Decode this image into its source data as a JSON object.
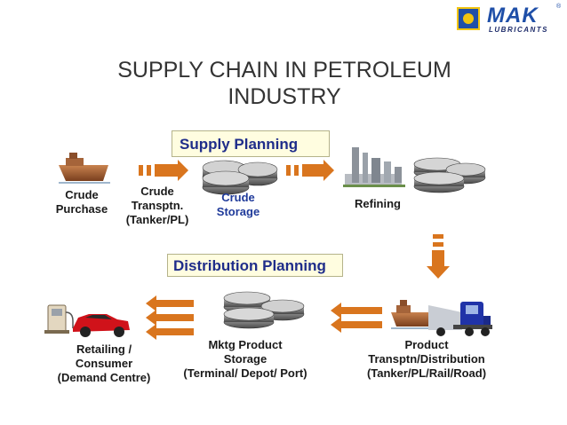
{
  "logo": {
    "brand": "MAK",
    "sub": "LUBRICANTS",
    "reg": "®"
  },
  "title": {
    "line1": "SUPPLY CHAIN IN PETROLEUM",
    "line2": "INDUSTRY"
  },
  "planning": {
    "supply": "Supply Planning",
    "distribution": "Distribution Planning"
  },
  "stages": {
    "crude_purchase": [
      "Crude",
      "Purchase"
    ],
    "crude_transport": [
      "Crude",
      "Transptn.",
      "(Tanker/PL)"
    ],
    "crude_storage": [
      "Crude",
      "Storage"
    ],
    "refining": [
      "Refining"
    ],
    "product_transport": [
      "Product",
      "Transptn/Distribution",
      "(Tanker/PL/Rail/Road)"
    ],
    "mktg_storage": [
      "Mktg Product",
      "Storage",
      "(Terminal/ Depot/ Port)"
    ],
    "retailing": [
      "Retailing /",
      "Consumer",
      "(Demand Centre)"
    ]
  },
  "colors": {
    "arrow": "#d9751e",
    "box_text": "#1f2d8a",
    "box_bg": "#fffde0",
    "ship": "#b5683a",
    "tank": "#5e5e5e",
    "car": "#d0121a",
    "truck": "#2033a8"
  }
}
